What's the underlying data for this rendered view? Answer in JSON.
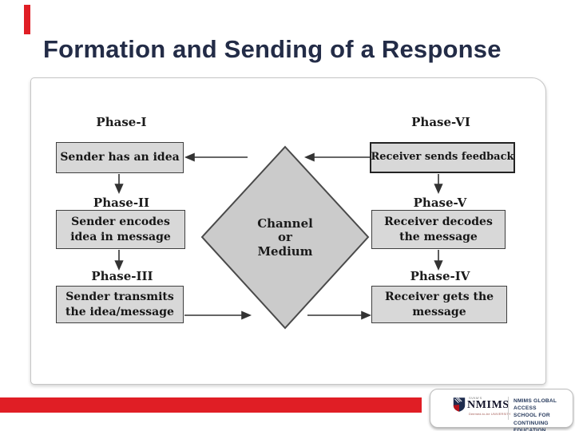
{
  "slide": {
    "title": "Formation and Sending of a Response"
  },
  "diagram": {
    "left_column": [
      {
        "phase": "Phase-I",
        "lines": [
          "Sender has an idea"
        ]
      },
      {
        "phase": "Phase-II",
        "lines": [
          "Sender encodes",
          "idea in message"
        ]
      },
      {
        "phase": "Phase-III",
        "lines": [
          "Sender transmits",
          "the idea/message"
        ]
      }
    ],
    "right_column": [
      {
        "phase": "Phase-VI",
        "lines": [
          "Receiver sends feedback"
        ]
      },
      {
        "phase": "Phase-V",
        "lines": [
          "Receiver decodes",
          "the message"
        ]
      },
      {
        "phase": "Phase-IV",
        "lines": [
          "Receiver gets the",
          "message"
        ]
      }
    ],
    "diamond": {
      "lines": [
        "Channel",
        "or",
        "Medium"
      ]
    }
  },
  "footer": {
    "logo": {
      "org_small_top": "SVKM'S",
      "org_name": "NMIMS",
      "org_small_bottom": "Deemed-to-be UNIVERSITY",
      "unit_lines": [
        "NMIMS GLOBAL ACCESS",
        "SCHOOL FOR",
        "CONTINUING EDUCATION"
      ]
    }
  },
  "colors": {
    "accent_red": "#e01e25",
    "title_navy": "#232c47",
    "box_fill": "#d8d8d8",
    "diamond_fill": "#cbcbcb",
    "border_dark": "#3f3f3f"
  }
}
